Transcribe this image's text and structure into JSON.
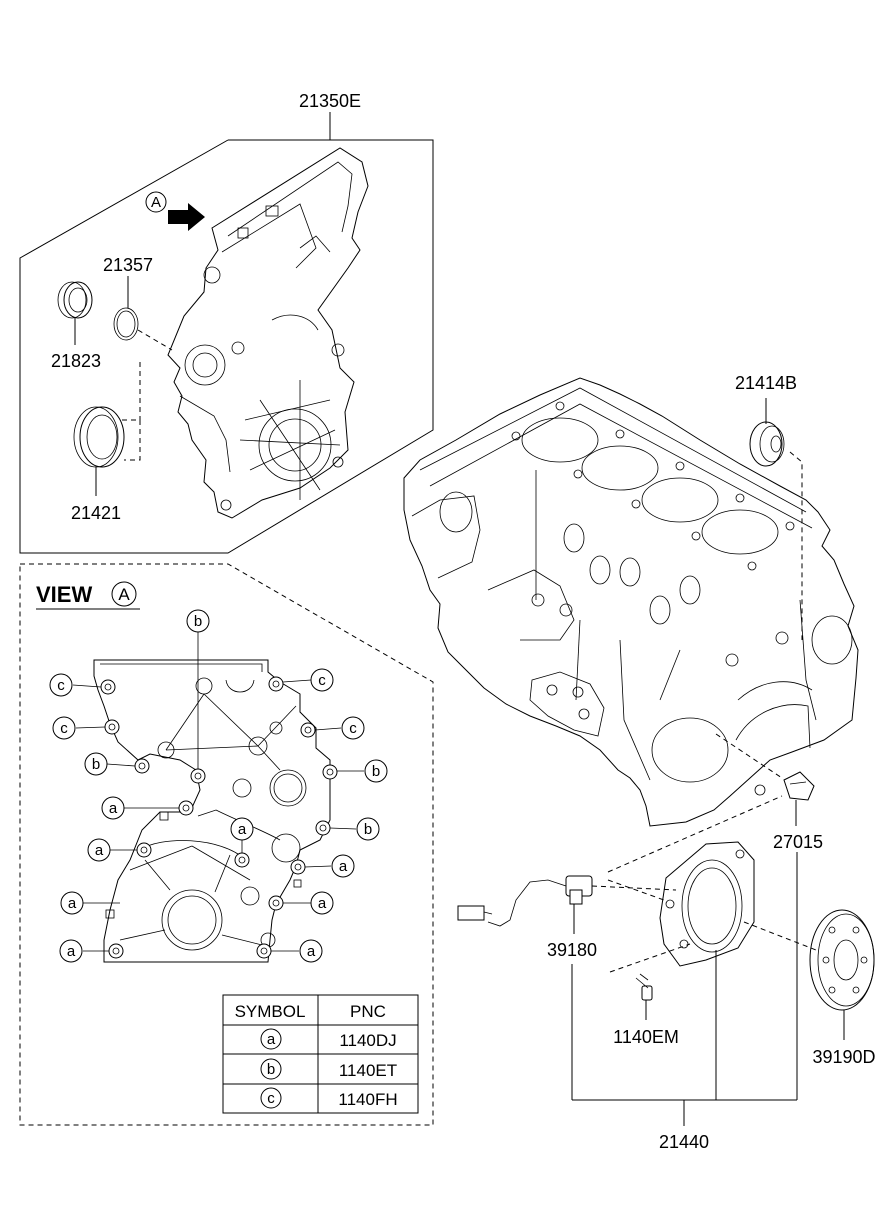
{
  "callouts": {
    "cover": "21350E",
    "oring": "21357",
    "seal_small": "21823",
    "seal_front": "21421",
    "plug": "21414B",
    "retainer": "27015",
    "sensor": "39180",
    "bolt": "1140EM",
    "wheel": "39190D",
    "rear_assy": "21440"
  },
  "view": {
    "title": "VIEW",
    "letter": "A"
  },
  "arrow_letter": "A",
  "symbols": {
    "a": "a",
    "b": "b",
    "c": "c"
  },
  "table": {
    "headers": [
      "SYMBOL",
      "PNC"
    ],
    "rows": [
      {
        "symbol": "a",
        "pnc": "1140DJ"
      },
      {
        "symbol": "b",
        "pnc": "1140ET"
      },
      {
        "symbol": "c",
        "pnc": "1140FH"
      }
    ]
  }
}
